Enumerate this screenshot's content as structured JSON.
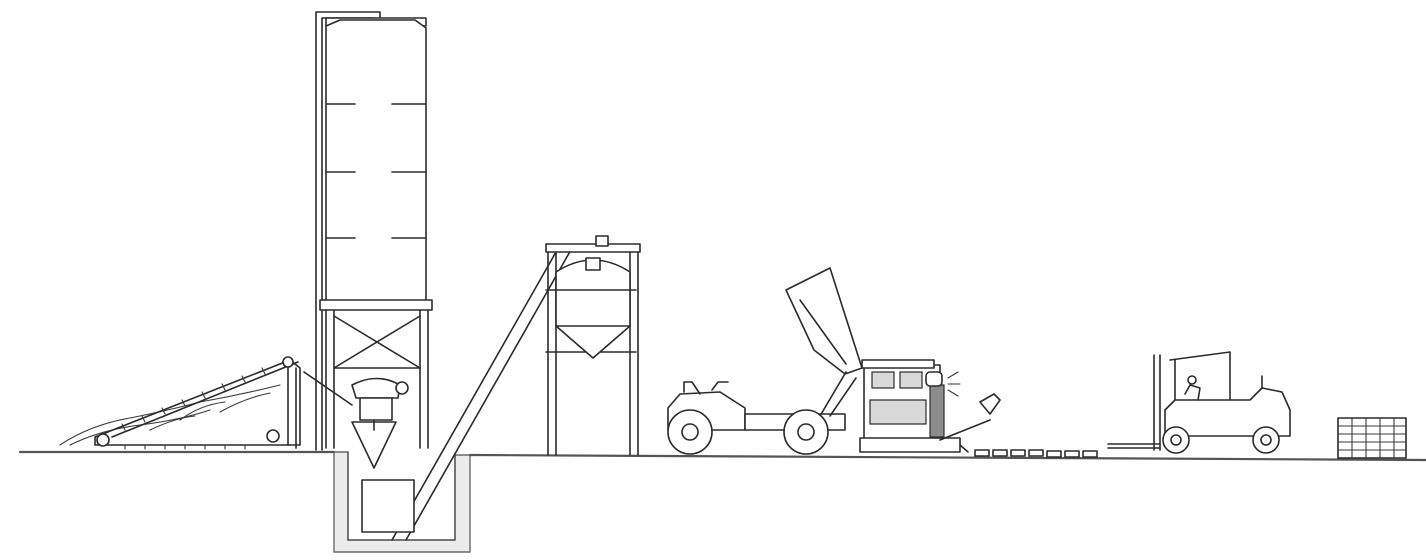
{
  "figure": {
    "title": "",
    "caption": ""
  },
  "components": [
    {
      "id": "aggregate-feeder",
      "icon": "inclined-conveyor-icon"
    },
    {
      "id": "cement-silo",
      "icon": "silo-icon"
    },
    {
      "id": "skip-hoist",
      "icon": "inclined-skip-icon"
    },
    {
      "id": "mixer-hopper",
      "icon": "mixer-icon"
    },
    {
      "id": "tractor-dumper",
      "icon": "tractor-icon"
    },
    {
      "id": "block-making-machine",
      "icon": "press-icon"
    },
    {
      "id": "forklift",
      "icon": "forklift-icon"
    },
    {
      "id": "block-pallet-stack",
      "icon": "pallet-icon"
    }
  ],
  "colors": {
    "line": "#2b2b2b",
    "ground": "#555555",
    "pit": "#ececec",
    "background": "#ffffff"
  }
}
